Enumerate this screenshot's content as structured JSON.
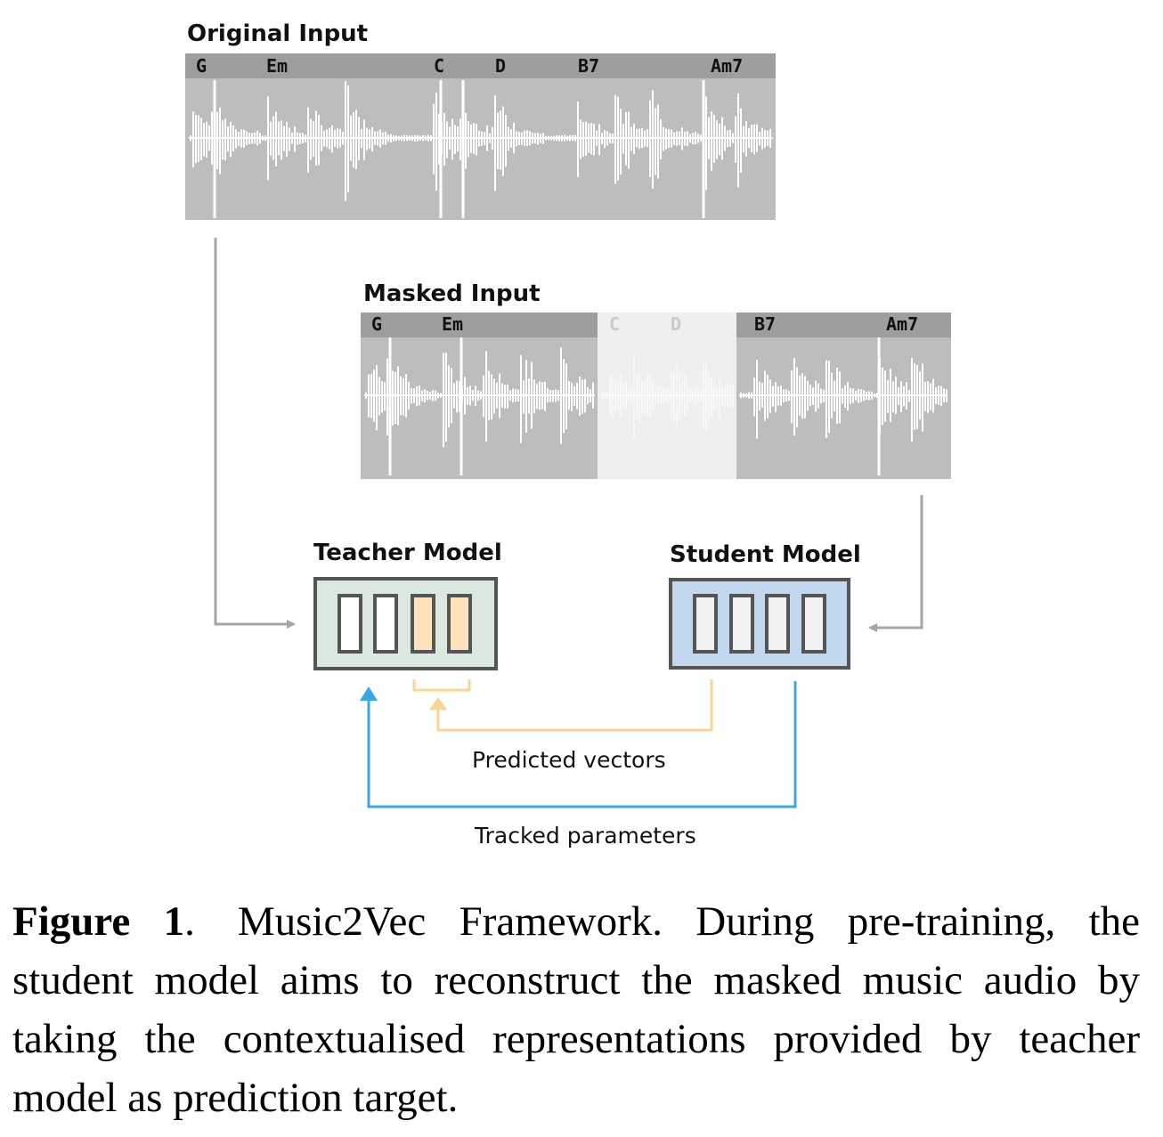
{
  "original_input": {
    "title": "Original Input",
    "chords": [
      "G",
      "Em",
      "C",
      "D",
      "B7",
      "Am7"
    ]
  },
  "masked_input": {
    "title": "Masked Input",
    "chords": [
      "G",
      "Em",
      "C",
      "D",
      "B7",
      "Am7"
    ],
    "masked_chords": [
      "C",
      "D"
    ]
  },
  "teacher_model": {
    "title": "Teacher Model"
  },
  "student_model": {
    "title": "Student Model"
  },
  "edges": {
    "predicted_vectors": "Predicted vectors",
    "tracked_parameters": "Tracked parameters"
  },
  "caption": {
    "label": "Figure 1",
    "separator": ".",
    "text": "Music2Vec Framework. During pre-training, the student model aims to reconstruct the masked music audio by taking the contextualised representations provided by teacher model as prediction target."
  },
  "colors": {
    "panel_gray": "#bdbdbd",
    "chord_bar": "#9e9e9e",
    "teacher_fill": "#dbe8e0",
    "student_fill": "#c3d7ee",
    "highlight_slot": "#fde2bb",
    "predicted_arrow": "#fcd390",
    "tracked_arrow": "#3ba6e6",
    "input_arrow": "#a6a6a6"
  }
}
